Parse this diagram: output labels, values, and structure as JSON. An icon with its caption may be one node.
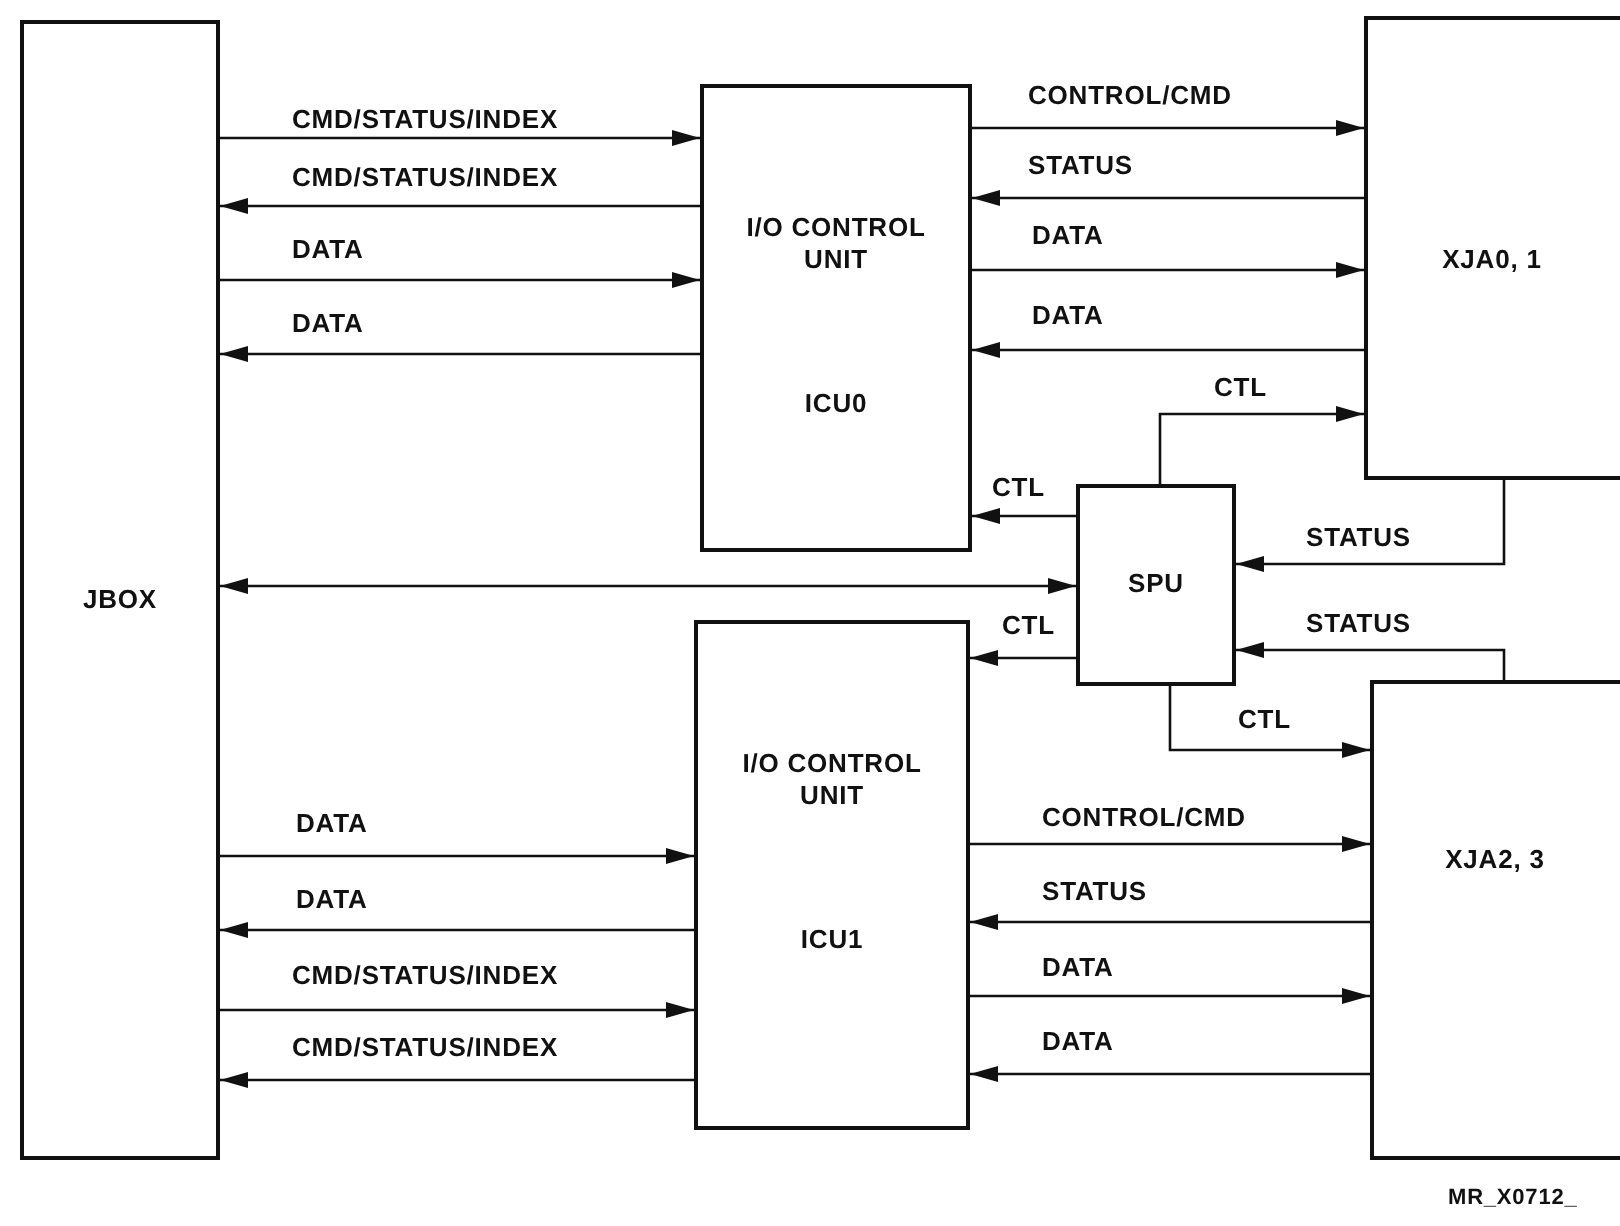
{
  "diagram": {
    "nodes": [
      {
        "text": [
          "JBOX"
        ]
      },
      {
        "text": [
          "I/O CONTROL UNIT",
          "ICU0"
        ]
      },
      {
        "text": [
          "XJA0, 1"
        ]
      },
      {
        "text": [
          "SPU"
        ]
      },
      {
        "text": [
          "I/O CONTROL UNIT",
          "ICU1"
        ]
      },
      {
        "text": [
          "XJA2, 3"
        ]
      }
    ],
    "edges": [
      {
        "from": 0,
        "to": 1,
        "arrow": "to",
        "label": "CMD/STATUS/INDEX"
      },
      {
        "from": 1,
        "to": 0,
        "arrow": "to",
        "label": "CMD/STATUS/INDEX"
      },
      {
        "from": 0,
        "to": 1,
        "arrow": "to",
        "label": "DATA"
      },
      {
        "from": 1,
        "to": 0,
        "arrow": "to",
        "label": "DATA"
      },
      {
        "from": 1,
        "to": 2,
        "arrow": "to",
        "label": "CONTROL/CMD"
      },
      {
        "from": 2,
        "to": 1,
        "arrow": "to",
        "label": "STATUS"
      },
      {
        "from": 1,
        "to": 2,
        "arrow": "to",
        "label": "DATA"
      },
      {
        "from": 2,
        "to": 1,
        "arrow": "to",
        "label": "DATA"
      },
      {
        "from": 3,
        "to": 2,
        "arrow": "to",
        "label": "CTL"
      },
      {
        "from": 3,
        "to": 1,
        "arrow": "to",
        "label": "CTL"
      },
      {
        "from": 2,
        "to": 3,
        "arrow": "to",
        "label": "STATUS"
      },
      {
        "from": 0,
        "to": 3,
        "arrow": "both"
      },
      {
        "from": 3,
        "to": 4,
        "arrow": "to",
        "label": "CTL"
      },
      {
        "from": 5,
        "to": 3,
        "arrow": "to",
        "label": "STATUS"
      },
      {
        "from": 3,
        "to": 5,
        "arrow": "to",
        "label": "CTL"
      },
      {
        "from": 0,
        "to": 4,
        "arrow": "to",
        "label": "DATA"
      },
      {
        "from": 4,
        "to": 0,
        "arrow": "to",
        "label": "DATA"
      },
      {
        "from": 0,
        "to": 4,
        "arrow": "to",
        "label": "CMD/STATUS/INDEX"
      },
      {
        "from": 4,
        "to": 0,
        "arrow": "to",
        "label": "CMD/STATUS/INDEX"
      },
      {
        "from": 4,
        "to": 5,
        "arrow": "to",
        "label": "CONTROL/CMD"
      },
      {
        "from": 5,
        "to": 4,
        "arrow": "to",
        "label": "STATUS"
      },
      {
        "from": 4,
        "to": 5,
        "arrow": "to",
        "label": "DATA"
      },
      {
        "from": 5,
        "to": 4,
        "arrow": "to",
        "label": "DATA"
      }
    ],
    "labels": [
      "MR_X0712_"
    ]
  }
}
